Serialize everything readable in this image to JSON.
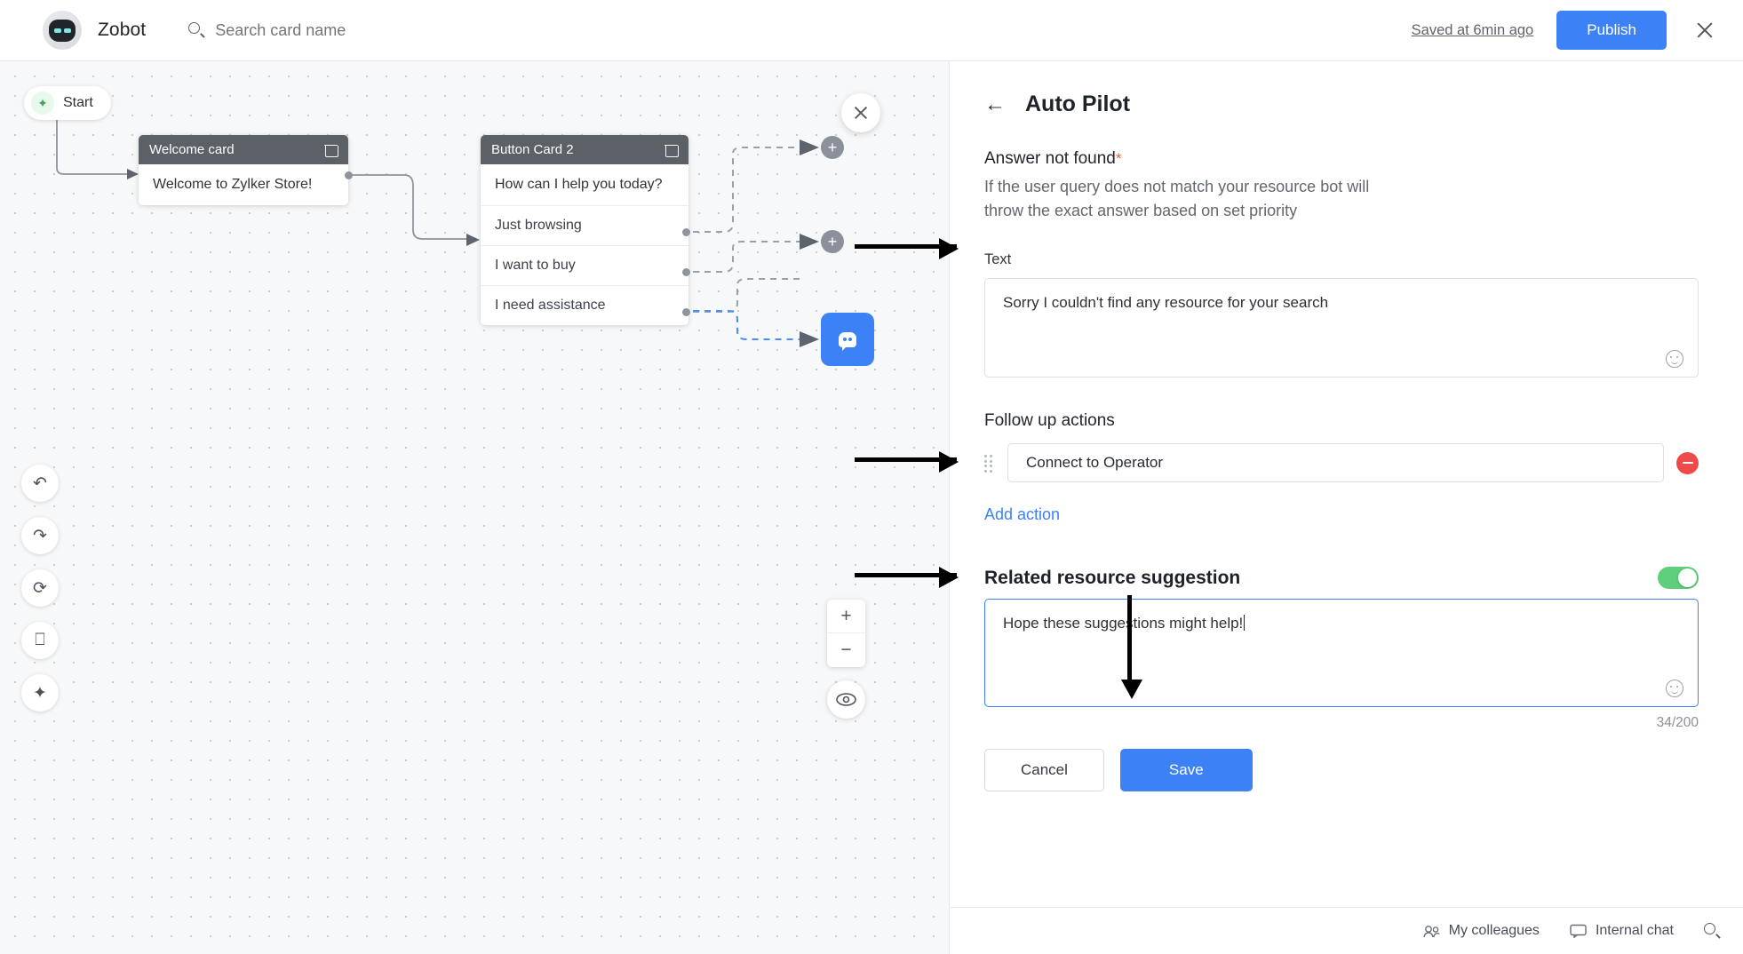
{
  "header": {
    "brand": "Zobot",
    "logo_icon": "bot-avatar-icon",
    "search_icon": "search-icon",
    "search_placeholder": "Search card name",
    "search_value": "",
    "saved_status": "Saved at 6min ago",
    "publish_label": "Publish",
    "close_icon": "close-icon"
  },
  "canvas": {
    "close_icon": "close-icon",
    "start_label": "Start",
    "start_icon": "rocket-icon",
    "cards": [
      {
        "title": "Welcome card",
        "delete_icon": "trash-icon",
        "body": "Welcome to Zylker Store!",
        "options": []
      },
      {
        "title": "Button Card 2",
        "delete_icon": "trash-icon",
        "body": "How can I help you today?",
        "options": [
          "Just browsing",
          "I want to buy",
          "I need assistance"
        ]
      }
    ],
    "plus_nodes": [
      "add-node-icon",
      "add-node-icon"
    ],
    "bot_node_icon": "bot-node-icon",
    "tools": [
      {
        "icon": "undo-icon",
        "glyph": "↶"
      },
      {
        "icon": "redo-icon",
        "glyph": "↷"
      },
      {
        "icon": "refresh-icon",
        "glyph": "⟳"
      },
      {
        "icon": "fit-screen-icon",
        "glyph": "⎕"
      },
      {
        "icon": "magic-wand-icon",
        "glyph": "✦"
      }
    ],
    "zoom_in": "+",
    "zoom_out": "−",
    "preview_icon": "eye-icon"
  },
  "panel": {
    "back_icon": "back-arrow-icon",
    "title": "Auto Pilot",
    "answer_label": "Answer not found",
    "required_mark": "*",
    "answer_desc": "If the user query does not match your resource bot will throw the exact answer based on set priority",
    "text_label": "Text",
    "text_value": "Sorry I couldn't find any resource for your search",
    "emoji_icon": "emoji-icon",
    "followup_label": "Follow up actions",
    "actions": [
      {
        "drag_icon": "drag-handle-icon",
        "value": "Connect to Operator",
        "remove_icon": "remove-icon"
      }
    ],
    "add_action_label": "Add action",
    "related_title": "Related resource suggestion",
    "related_toggle_on": true,
    "related_value": "Hope these suggestions might help!",
    "counter": "34/200",
    "cancel_label": "Cancel",
    "save_label": "Save"
  },
  "bottombar": {
    "colleagues_icon": "people-icon",
    "colleagues_label": "My colleagues",
    "chat_icon": "chat-icon",
    "chat_label": "Internal chat",
    "search_icon": "search-icon"
  },
  "colors": {
    "accent": "#3c82f6",
    "toggle_on": "#5fcf7b",
    "danger": "#ef4a4a",
    "required": "#e8603c",
    "card_header": "#5c6067"
  }
}
